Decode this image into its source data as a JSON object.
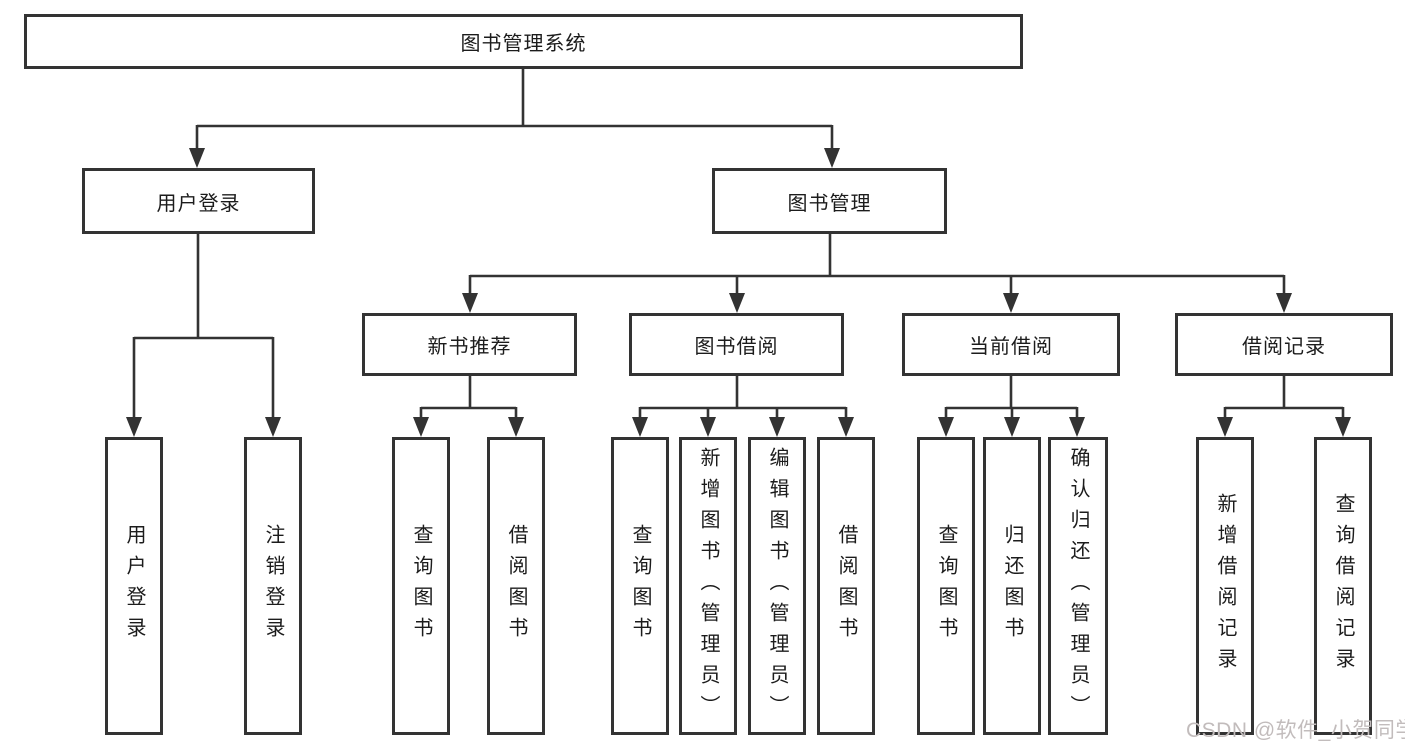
{
  "diagram": {
    "root": {
      "label": "图书管理系统"
    },
    "level2": [
      {
        "label": "用户登录"
      },
      {
        "label": "图书管理"
      }
    ],
    "level3": [
      {
        "label": "新书推荐"
      },
      {
        "label": "图书借阅"
      },
      {
        "label": "当前借阅"
      },
      {
        "label": "借阅记录"
      }
    ],
    "level4": [
      {
        "label": "用户登录"
      },
      {
        "label": "注销登录"
      },
      {
        "label": "查询图书"
      },
      {
        "label": "借阅图书"
      },
      {
        "label": "查询图书"
      },
      {
        "label": "新增图书（管理员）"
      },
      {
        "label": "编辑图书（管理员）"
      },
      {
        "label": "借阅图书"
      },
      {
        "label": "查询图书"
      },
      {
        "label": "归还图书"
      },
      {
        "label": "确认归还（管理员）"
      },
      {
        "label": "新增借阅记录"
      },
      {
        "label": "查询借阅记录"
      }
    ]
  },
  "watermark": {
    "text": "CSDN @软件_小贺同学"
  },
  "colors": {
    "line": "#333333",
    "text": "#1c1c1c",
    "box_bg": "#ffffff",
    "watermark": "#c2bcbc"
  }
}
